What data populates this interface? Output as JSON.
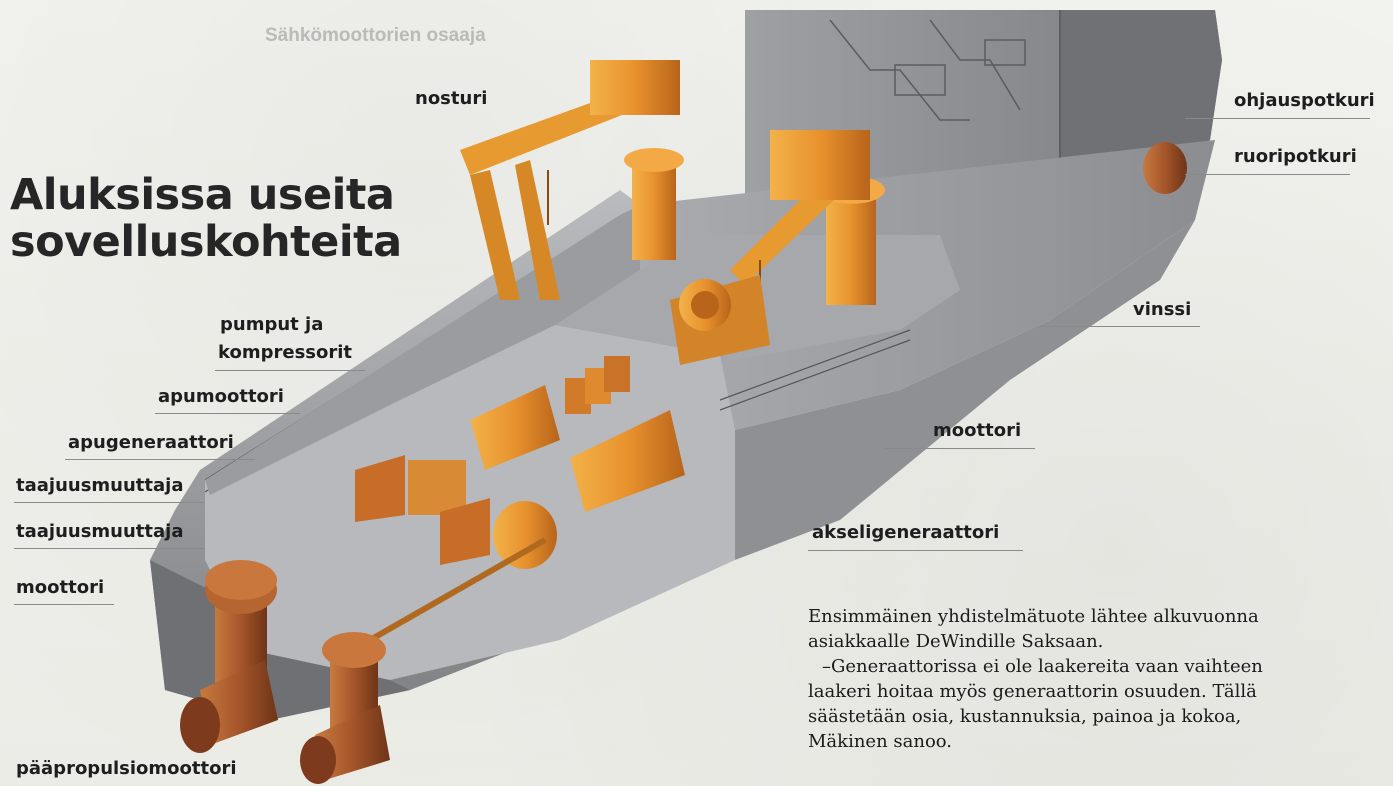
{
  "title": {
    "line1": "Aluksissa useita",
    "line2": "sovelluskohteita"
  },
  "labels": {
    "nosturi": "nosturi",
    "ohjauspotkuri": "ohjauspotkuri",
    "ruoripotkuri": "ruoripotkuri",
    "vinssi": "vinssi",
    "pumput_line1": "pumput ja",
    "pumput_line2": "kompressorit",
    "apumoottori": "apumoottori",
    "apugeneraattori": "apugeneraattori",
    "taajuusmuuttaja_1": "taajuusmuuttaja",
    "taajuusmuuttaja_2": "taajuusmuuttaja",
    "moottori_left": "moottori",
    "moottori_right": "moottori",
    "akseligeneraattori": "akseligeneraattori",
    "paapropulsiomoottori": "pääpropulsiomoottori"
  },
  "article": {
    "line1": "Ensimmäinen yhdistelmätuote lähtee alkuvuonna",
    "line2": "asiakkaalle DeWindille Saksaan.",
    "line3": "–Generaattorissa ei ole laakereita vaan vaihteen",
    "line4": "laakeri hoitaa myös generaattorin osuuden. Tällä",
    "line5": "säästetään osia, kustannuksia, painoa ja kokoa,",
    "line6": "Mäkinen sanoo."
  },
  "ghost_text": {
    "heading": "Sähkömoottorien osaaja"
  },
  "colors": {
    "hull_dark": "#8d8f92",
    "hull_light": "#c9cbcd",
    "deck": "#b3b5b8",
    "machinery": "#d98a2b",
    "machinery_dark": "#a65a1a",
    "label_text": "#1e1e1e"
  }
}
